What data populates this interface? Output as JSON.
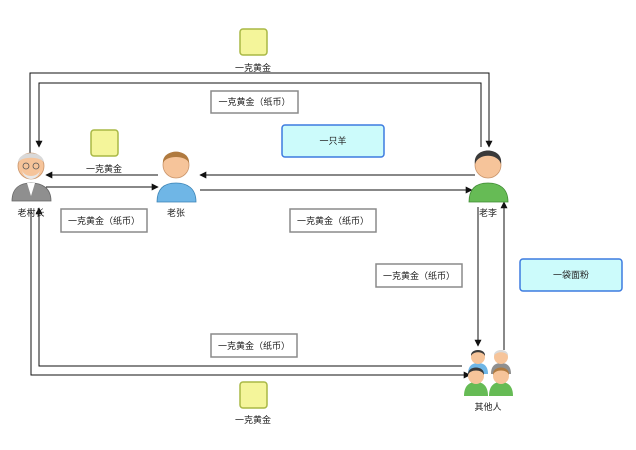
{
  "actors": {
    "village_head": "老村长",
    "lao_zhang": "老张",
    "lao_li": "老李",
    "others": "其他人"
  },
  "gold": {
    "top": "一克黄金",
    "left": "一克黄金",
    "bottom": "一克黄金"
  },
  "paper": {
    "top": "一克黄金（纸币）",
    "left": "一克黄金（纸币）",
    "middle": "一克黄金（纸币）",
    "right": "一克黄金（纸币）",
    "bottom": "一克黄金（纸币）"
  },
  "goods": {
    "sheep": "一只羊",
    "flour": "一袋面粉"
  },
  "colors": {
    "gold_fill": "#f4f59a",
    "gold_stroke": "#a9b845",
    "goods_fill": "#ccfbfb",
    "goods_stroke": "#3d7be0",
    "paper_stroke": "#8a8a8a",
    "head_shirt": "#8f8f8f",
    "zhang_shirt": "#6fb6e6",
    "li_shirt": "#66bb55"
  }
}
